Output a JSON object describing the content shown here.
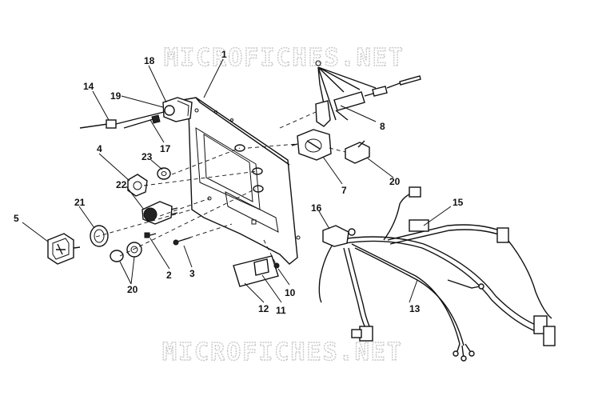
{
  "watermark": {
    "top": "MICROFICHES.NET",
    "bottom": "MICROFICHES.NET"
  },
  "callouts": [
    {
      "id": "c1",
      "text": "1"
    },
    {
      "id": "c2",
      "text": "2"
    },
    {
      "id": "c3",
      "text": "3"
    },
    {
      "id": "c4",
      "text": "4"
    },
    {
      "id": "c5",
      "text": "5"
    },
    {
      "id": "c7",
      "text": "7"
    },
    {
      "id": "c8",
      "text": "8"
    },
    {
      "id": "c10",
      "text": "10"
    },
    {
      "id": "c11",
      "text": "11"
    },
    {
      "id": "c12",
      "text": "12"
    },
    {
      "id": "c13",
      "text": "13"
    },
    {
      "id": "c14",
      "text": "14"
    },
    {
      "id": "c15",
      "text": "15"
    },
    {
      "id": "c16",
      "text": "16"
    },
    {
      "id": "c17",
      "text": "17"
    },
    {
      "id": "c18",
      "text": "18"
    },
    {
      "id": "c19",
      "text": "19"
    },
    {
      "id": "c20a",
      "text": "20"
    },
    {
      "id": "c20b",
      "text": "20"
    },
    {
      "id": "c21",
      "text": "21"
    },
    {
      "id": "c22",
      "text": "22"
    },
    {
      "id": "c23",
      "text": "23"
    }
  ]
}
